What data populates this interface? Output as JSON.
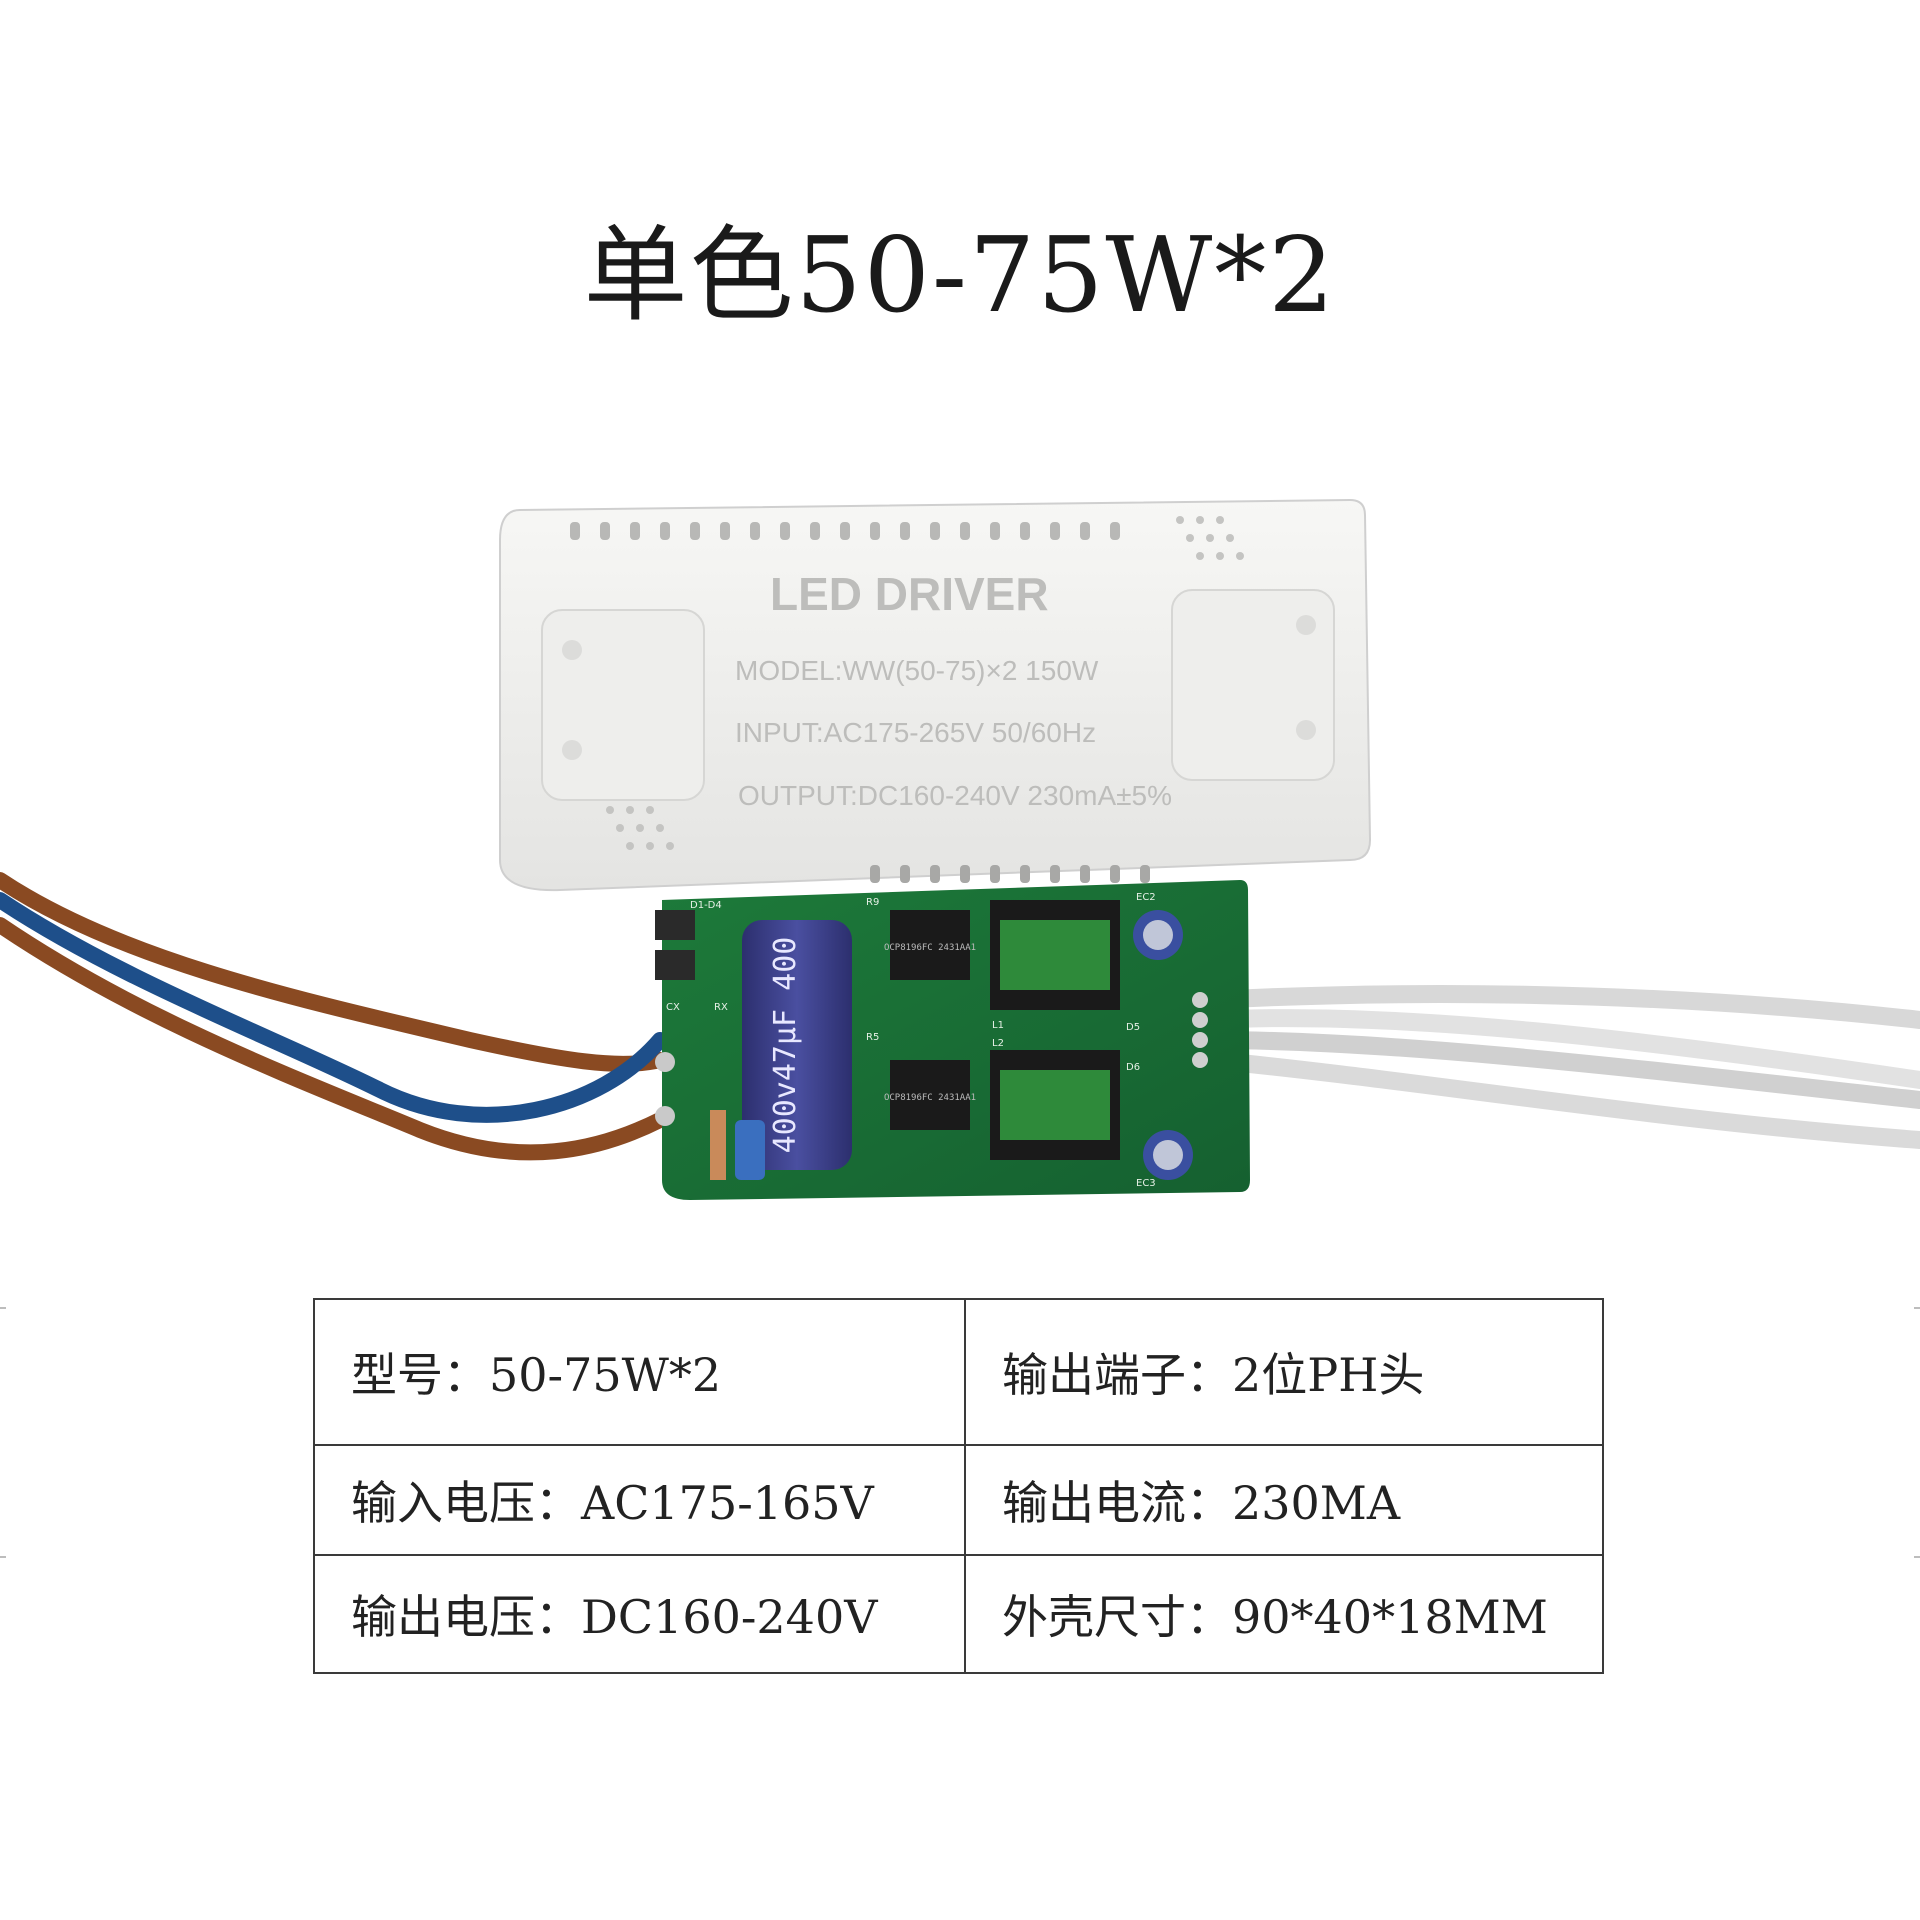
{
  "title": "单色50-75W*2",
  "driver_label": {
    "brand": "LED DRIVER",
    "model": "MODEL:WW(50-75)×2 150W",
    "input": "INPUT:AC175-265V 50/60Hz",
    "output": "OUTPUT:DC160-240V 230mA±5%"
  },
  "pcb": {
    "capacitor_text": "400v47μF 400",
    "chip1": "OCP8196FC 2431AA1",
    "chip2": "OCP8196FC 2431AA1",
    "silk_d1d4": "D1-D4",
    "silk_cx": "CX",
    "silk_rx": "RX",
    "silk_r9": "R9",
    "silk_r5": "R5",
    "silk_d5": "D5",
    "silk_d6": "D6",
    "silk_ec2": "EC2",
    "silk_ec3": "EC3",
    "silk_l1": "L1",
    "silk_l2": "L2"
  },
  "specs": [
    [
      {
        "label": "型号：",
        "value": "50-75W*2"
      },
      {
        "label": "输出端子：",
        "value": "2位PH头"
      }
    ],
    [
      {
        "label": "输入电压：",
        "value": "AC175-165V"
      },
      {
        "label": "输出电流：",
        "value": "230MA"
      }
    ],
    [
      {
        "label": "输出电压：",
        "value": "DC160-240V"
      },
      {
        "label": "外壳尺寸：",
        "value": "90*40*18MM"
      }
    ]
  ],
  "colors": {
    "pcb_green": "#1f7a3c",
    "case_white": "#f2f2f0",
    "wire_blue": "#1e4f8a",
    "wire_brown": "#8a4a22",
    "wire_white": "#e6e6e6",
    "capacitor_blue": "#3b3f8a",
    "inductor_green": "#2e8a3a"
  }
}
